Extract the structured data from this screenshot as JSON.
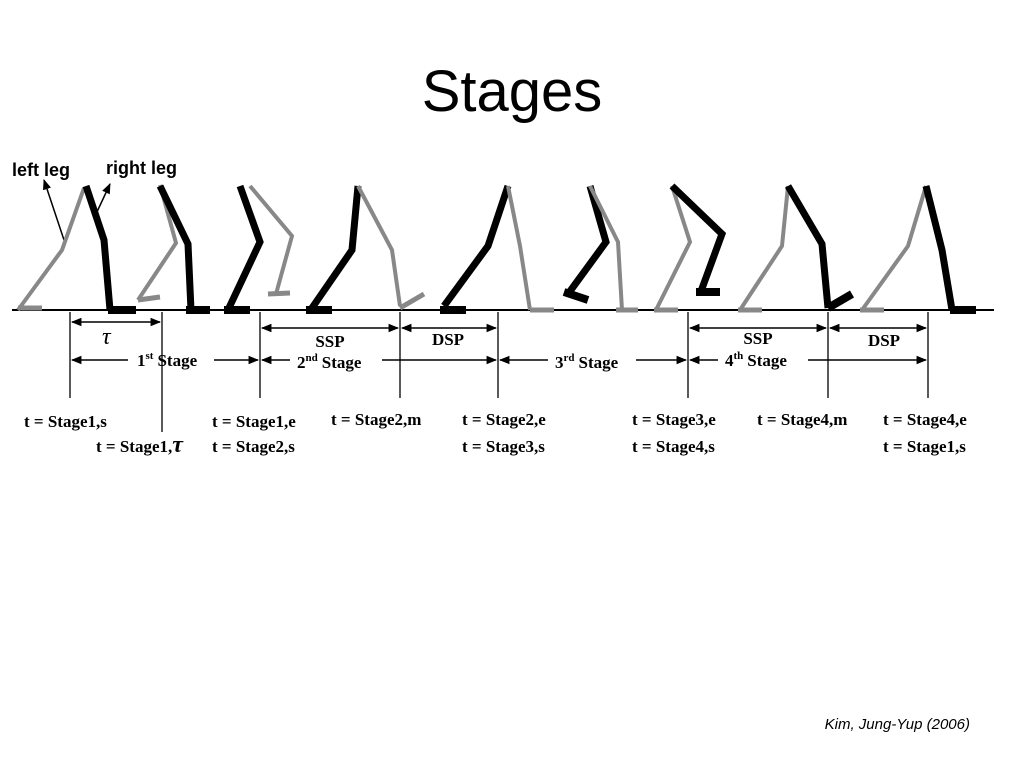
{
  "title": "Stages",
  "credit": "Kim, Jung-Yup (2006)",
  "legend": {
    "left_leg": "left leg",
    "right_leg": "right leg"
  },
  "colors": {
    "left_leg": "#888888",
    "right_leg": "#000000"
  },
  "tau_symbol": "τ",
  "phases": {
    "ssp": "SSP",
    "dsp": "DSP"
  },
  "stages": [
    {
      "base": "1",
      "sup": "st",
      "word": "Stage"
    },
    {
      "base": "2",
      "sup": "nd",
      "word": "Stage"
    },
    {
      "base": "3",
      "sup": "rd",
      "word": "Stage"
    },
    {
      "base": "4",
      "sup": "th",
      "word": "Stage"
    }
  ],
  "time_labels": {
    "t1": [
      "t = Stage1,s"
    ],
    "t1tau": [
      "t = Stage1,"
    ],
    "t2": [
      "t = Stage1,e",
      "t = Stage2,s"
    ],
    "t3": [
      "t = Stage2,m"
    ],
    "t4": [
      "t = Stage2,e",
      "t = Stage3,s"
    ],
    "t5": [
      "t = Stage3,e",
      "t = Stage4,s"
    ],
    "t6": [
      "t = Stage4,m"
    ],
    "t7": [
      "t = Stage4,e",
      "t = Stage1,s"
    ]
  }
}
